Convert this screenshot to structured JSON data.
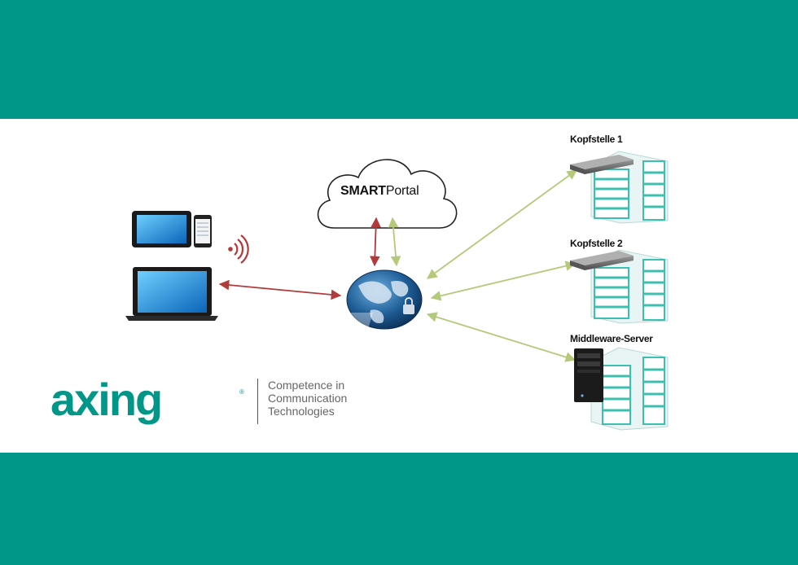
{
  "colors": {
    "teal": "#009688",
    "arrow_red": "#b33a3a",
    "arrow_green": "#b5c97a"
  },
  "cloud": {
    "label_bold": "SMART",
    "label_regular": "Portal"
  },
  "nodes": {
    "headend1": "Kopfstelle 1",
    "headend2": "Kopfstelle 2",
    "middleware": "Middleware-Server"
  },
  "brand": {
    "name": "axing",
    "tagline": [
      "Competence in",
      "Communication",
      "Technologies"
    ]
  },
  "icons": [
    "tablet-icon",
    "smartphone-icon",
    "wifi-icon",
    "laptop-icon",
    "globe-icon",
    "lock-icon",
    "cloud-icon",
    "rack-device-icon",
    "building-icon",
    "server-tower-icon"
  ]
}
